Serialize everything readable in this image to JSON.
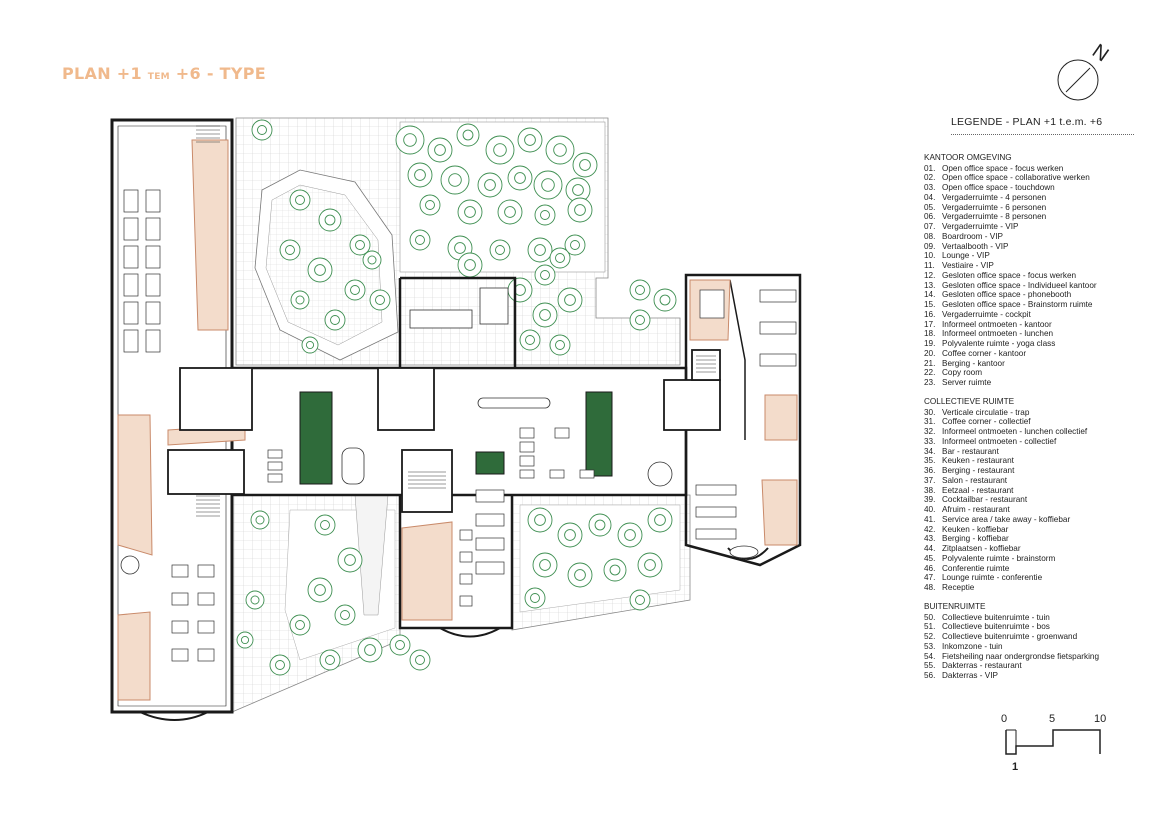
{
  "title": {
    "part1": "PLAN +1 ",
    "part2": "TEM",
    "part3": " +6 - TYPE"
  },
  "north_label": "N",
  "legend": {
    "title": "LEGENDE - PLAN +1 t.e.m. +6",
    "sections": [
      {
        "heading": "KANTOOR OMGEVING",
        "items": [
          {
            "n": "01.",
            "label": "Open office space - focus werken"
          },
          {
            "n": "02.",
            "label": "Open office space - collaborative werken"
          },
          {
            "n": "03.",
            "label": "Open office space - touchdown"
          },
          {
            "n": "04.",
            "label": "Vergaderruimte - 4 personen"
          },
          {
            "n": "05.",
            "label": "Vergaderruimte - 6 personen"
          },
          {
            "n": "06.",
            "label": "Vergaderruimte - 8 personen"
          },
          {
            "n": "07.",
            "label": "Vergaderruimte - VIP"
          },
          {
            "n": "08.",
            "label": "Boardroom - VIP"
          },
          {
            "n": "09.",
            "label": "Vertaalbooth - VIP"
          },
          {
            "n": "10.",
            "label": "Lounge - VIP"
          },
          {
            "n": "11.",
            "label": "Vestiaire - VIP"
          },
          {
            "n": "12.",
            "label": "Gesloten office space - focus werken"
          },
          {
            "n": "13.",
            "label": "Gesloten office space - Individueel kantoor"
          },
          {
            "n": "14.",
            "label": "Gesloten office space - phonebooth"
          },
          {
            "n": "15.",
            "label": "Gesloten office space - Brainstorm ruimte"
          },
          {
            "n": "16.",
            "label": "Vergaderruimte - cockpit"
          },
          {
            "n": "17.",
            "label": "Informeel ontmoeten - kantoor"
          },
          {
            "n": "18.",
            "label": "Informeel ontmoeten - lunchen"
          },
          {
            "n": "19.",
            "label": "Polyvalente ruimte - yoga class"
          },
          {
            "n": "20.",
            "label": "Coffee corner - kantoor"
          },
          {
            "n": "21.",
            "label": "Berging - kantoor"
          },
          {
            "n": "22.",
            "label": "Copy room"
          },
          {
            "n": "23.",
            "label": "Server ruimte"
          }
        ]
      },
      {
        "heading": "COLLECTIEVE RUIMTE",
        "items": [
          {
            "n": "30.",
            "label": "Verticale circulatie - trap"
          },
          {
            "n": "31.",
            "label": "Coffee corner - collectief"
          },
          {
            "n": "32.",
            "label": "Informeel ontmoeten - lunchen collectief"
          },
          {
            "n": "33.",
            "label": "Informeel ontmoeten - collectief"
          },
          {
            "n": "34.",
            "label": "Bar - restaurant"
          },
          {
            "n": "35.",
            "label": "Keuken - restaurant"
          },
          {
            "n": "36.",
            "label": "Berging - restaurant"
          },
          {
            "n": "37.",
            "label": "Salon - restaurant"
          },
          {
            "n": "38.",
            "label": "Eetzaal - restaurant"
          },
          {
            "n": "39.",
            "label": "Cocktailbar - restaurant"
          },
          {
            "n": "40.",
            "label": "Afruim - restaurant"
          },
          {
            "n": "41.",
            "label": "Service area / take away - koffiebar"
          },
          {
            "n": "42.",
            "label": "Keuken - koffiebar"
          },
          {
            "n": "43.",
            "label": "Berging - koffiebar"
          },
          {
            "n": "44.",
            "label": "Zitplaatsen - koffiebar"
          },
          {
            "n": "45.",
            "label": "Polyvalente ruimte - brainstorm"
          },
          {
            "n": "46.",
            "label": "Conferentie ruimte"
          },
          {
            "n": "47.",
            "label": "Lounge ruimte - conferentie"
          },
          {
            "n": "48.",
            "label": "Receptie"
          }
        ]
      },
      {
        "heading": "BUITENRUIMTE",
        "items": [
          {
            "n": "50.",
            "label": "Collectieve buitenruimte - tuin"
          },
          {
            "n": "51.",
            "label": "Collectieve buitenruimte - bos"
          },
          {
            "n": "52.",
            "label": "Collectieve buitenruimte - groenwand"
          },
          {
            "n": "53.",
            "label": "Inkomzone - tuin"
          },
          {
            "n": "54.",
            "label": "Fietsheiling naar ondergrondse fietsparking"
          },
          {
            "n": "55.",
            "label": "Dakterras - restaurant"
          },
          {
            "n": "56.",
            "label": "Dakterras - VIP"
          }
        ]
      }
    ]
  },
  "scale": {
    "ticks": [
      "0",
      "5",
      "10"
    ],
    "label": "1"
  },
  "colors": {
    "title": "#f0b98c",
    "wall": "#1a1a1a",
    "accent_room": "#f3dccb",
    "accent_line": "#c98a6a",
    "tree": "#3f8f52",
    "planter": "#2f6b3a",
    "grid": "#cfcfcf"
  }
}
